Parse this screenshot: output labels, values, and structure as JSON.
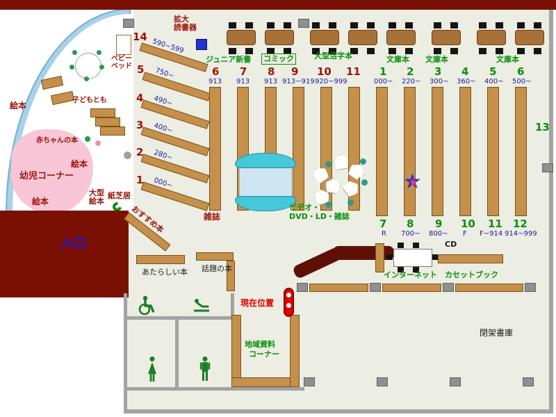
{
  "colors": {
    "wall_maroon": "#7a1004",
    "shelf_brown": "#c4904c",
    "table_brown": "#a9713a",
    "text_maroon": "#9b1408",
    "text_green": "#089008",
    "text_navy": "#1a1a9a",
    "entrance_blue": "#1515e8",
    "location_red": "#e20000",
    "bench_cyan": "#44c8da",
    "floor": "#ecede3"
  },
  "labels": {
    "entrance": "入口",
    "magnifier_l1": "拡大",
    "magnifier_l2": "読書器",
    "baby_bed_l1": "ベビー",
    "baby_bed_l2": "ベッド",
    "kids_magazine": "子どもとも",
    "baby_books": "赤ちゃんの本",
    "infant_corner": "幼児コーナー",
    "large_picture_l1": "大型",
    "large_picture_l2": "絵本",
    "kamishibai": "紙芝居",
    "recommended": "おすすめ本",
    "magazines": "雑誌",
    "video_l1": "ビデオ・",
    "video_l2": "DVD・LD・雑誌",
    "new_books": "あたらしい本",
    "topic_books": "話題の本",
    "current_location": "現在位置",
    "cd": "CD",
    "internet": "インターネット",
    "cassette_books": "カセットブック",
    "local_l1": "地域資料",
    "local_l2": "コーナー",
    "closed_stacks": "閉架書庫",
    "right_shelf_num": "13"
  },
  "picture_books": [
    "絵本",
    "絵本",
    "絵本"
  ],
  "genres": [
    "ジュニア新書",
    "コミック",
    "大型活字本",
    "文庫本",
    "文庫本",
    "文庫本"
  ],
  "diagonal_shelves": [
    {
      "num": "14",
      "range": "590~599"
    },
    {
      "num": "5",
      "range": "750~"
    },
    {
      "num": "4",
      "range": "490~"
    },
    {
      "num": "3",
      "range": "400~"
    },
    {
      "num": "2",
      "range": "280~"
    },
    {
      "num": "1",
      "range": "000~"
    }
  ],
  "shelf_group_a": {
    "nums": [
      "6",
      "7",
      "8",
      "9",
      "10",
      "11"
    ],
    "ranges": [
      "913",
      "913",
      "913",
      "913~919",
      "920~999"
    ]
  },
  "shelf_group_b": {
    "nums": [
      "1",
      "2",
      "3",
      "4",
      "5",
      "6"
    ],
    "ranges": [
      "000~",
      "220~",
      "300~",
      "360~",
      "400~",
      "500~"
    ]
  },
  "shelf_group_c": {
    "nums": [
      "7",
      "8",
      "9",
      "10",
      "11",
      "12"
    ],
    "ranges": [
      "R",
      "700~",
      "800~",
      "F",
      "F~914",
      "914~999"
    ]
  }
}
